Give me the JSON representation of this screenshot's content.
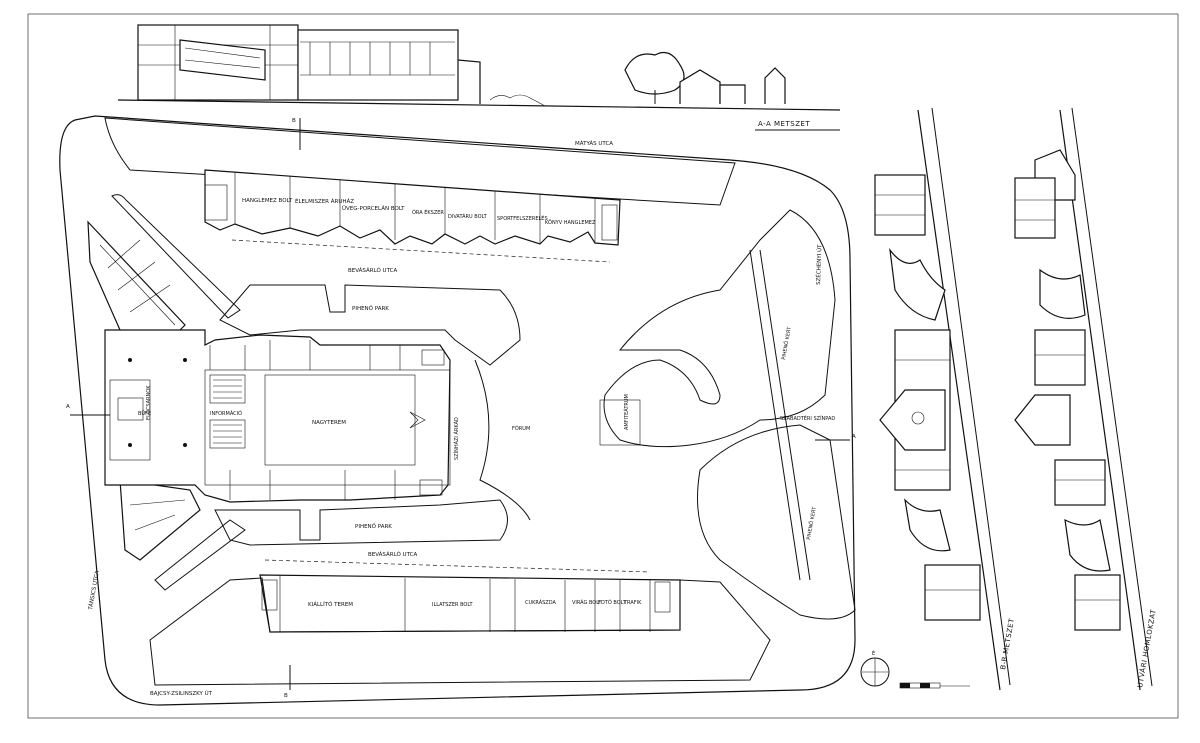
{
  "sections": {
    "aa": "A-A METSZET",
    "bb": "B-B METSZET",
    "street": "UTVÁRI HOMLOKZAT"
  },
  "streets": {
    "top": "MÁTYÁS UTCA",
    "bottom": "BAJCSY-ZSILINSZKY ÚT",
    "left": "TÁNSICS UTCA",
    "right": "SZÉCHENYI ÚT"
  },
  "areas": {
    "passage_top": "BEVÁSÁRLÓ UTCA",
    "passage_bottom": "BEVÁSÁRLÓ UTCA",
    "park_top": "PIHENŐ PARK",
    "park_bottom": "PIHENŐ PARK",
    "park_n": "PIHENŐ KERT",
    "park_s": "PIHENŐ KERT",
    "forum": "FÓRUM",
    "hall": "NAGYTEREM",
    "info": "INFORMÁCIÓ",
    "entrance": "ELŐCSARNOK",
    "buffet": "BÜFÉ",
    "arcade": "SZÍNHÁZI ÁRKÁD",
    "amphi": "AMFITEÁTRUM",
    "shelter": "SZABADTÉRI SZÍNPAD"
  },
  "shops_top": [
    "HANGLEMEZ BOLT",
    "ÉLELMISZER ÁRUHÁZ",
    "ÜVEG-PORCELÁN BOLT",
    "ÓRA ÉKSZER",
    "DIVATÁRU BOLT",
    "SPORTFELSZERELÉS",
    "KÖNYV HANGLEMEZ"
  ],
  "shops_bottom": [
    "KIÁLLÍTÓ TEREM",
    "ILLATSZER BOLT",
    "CUKRÁSZDA",
    "VIRÁG BOLT",
    "FOTÓ BOLT",
    "TRAFIK"
  ],
  "marks": {
    "a": "A",
    "b": "B",
    "north": "É"
  }
}
